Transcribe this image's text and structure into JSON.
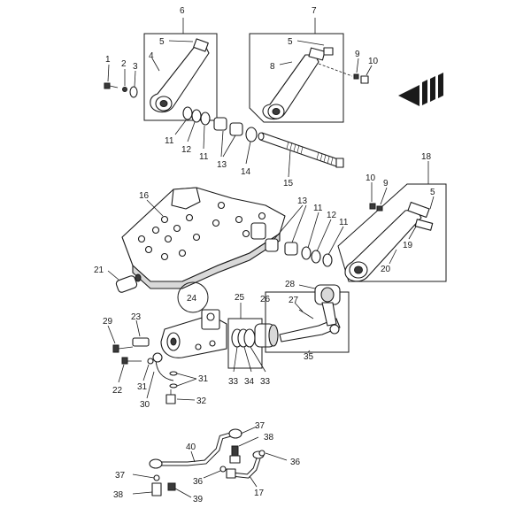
{
  "diagram": {
    "callouts": {
      "c1": "1",
      "c2": "2",
      "c3": "3",
      "c4": "4",
      "c5a": "5",
      "c5b": "5",
      "c5c": "5",
      "c6": "6",
      "c7": "7",
      "c8": "8",
      "c9a": "9",
      "c9b": "9",
      "c10a": "10",
      "c10b": "10",
      "c11a": "11",
      "c11b": "11",
      "c11c": "11",
      "c11d": "11",
      "c12a": "12",
      "c12b": "12",
      "c13a": "13",
      "c13b": "13",
      "c14": "14",
      "c15": "15",
      "c16": "16",
      "c17": "17",
      "c18": "18",
      "c19": "19",
      "c20": "20",
      "c21": "21",
      "c22": "22",
      "c23": "23",
      "c24": "24",
      "c25": "25",
      "c26": "26",
      "c27": "27",
      "c28": "28",
      "c29": "29",
      "c30": "30",
      "c31a": "31",
      "c31b": "31",
      "c32": "32",
      "c33a": "33",
      "c33b": "33",
      "c34": "34",
      "c35": "35",
      "c36a": "36",
      "c36b": "36",
      "c37a": "37",
      "c37b": "37",
      "c38a": "38",
      "c38b": "38",
      "c39": "39",
      "c40": "40"
    },
    "icons": {
      "direction_arrow": "front-direction-arrow-icon"
    },
    "colors": {
      "ink": "#1a1a1a",
      "shade": "#d9d9d9",
      "paper": "#ffffff"
    }
  }
}
